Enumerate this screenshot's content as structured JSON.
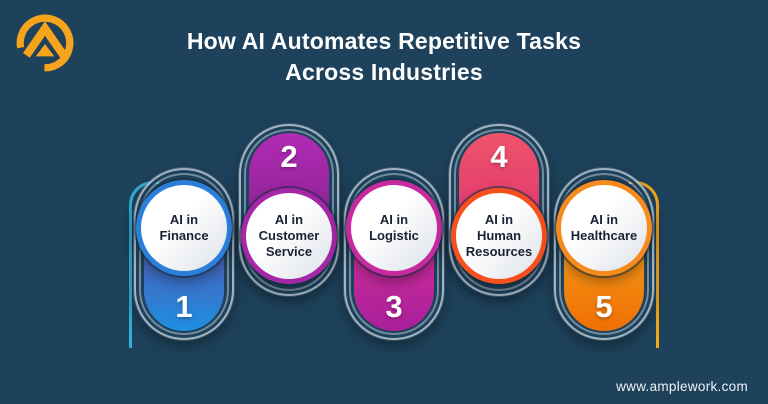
{
  "page": {
    "background": "#1e425c"
  },
  "header": {
    "title_line1": "How AI Automates Repetitive Tasks",
    "title_line2": "Across Industries",
    "logo": {
      "icon": "amplework-mountain-circle-logo",
      "color": "#f6a41c"
    }
  },
  "steps": [
    {
      "number": "1",
      "label": "AI in Finance",
      "colors": {
        "grad_a": "#564fa5",
        "grad_b": "#1f8fe4",
        "ring": "#2b7fd8"
      }
    },
    {
      "number": "2",
      "label": "AI in Customer Service",
      "colors": {
        "grad_a": "#b02cb4",
        "grad_b": "#87208f",
        "ring": "#a427a8"
      }
    },
    {
      "number": "3",
      "label": "AI in Logistic",
      "colors": {
        "grad_a": "#d63198",
        "grad_b": "#a81f9a",
        "ring": "#c62a9e"
      }
    },
    {
      "number": "4",
      "label": "AI in Human Resources",
      "colors": {
        "grad_a": "#f0546b",
        "grad_b": "#dd3370",
        "ring": "#f4511e"
      }
    },
    {
      "number": "5",
      "label": "AI in Healthcare",
      "colors": {
        "grad_a": "#f9a11e",
        "grad_b": "#ee6f02",
        "ring": "#f68b1d"
      }
    }
  ],
  "accents": {
    "left_line_color": "#2fb0d6",
    "right_line_color": "#f2a71b"
  },
  "footer": {
    "website": "www.amplework.com"
  }
}
